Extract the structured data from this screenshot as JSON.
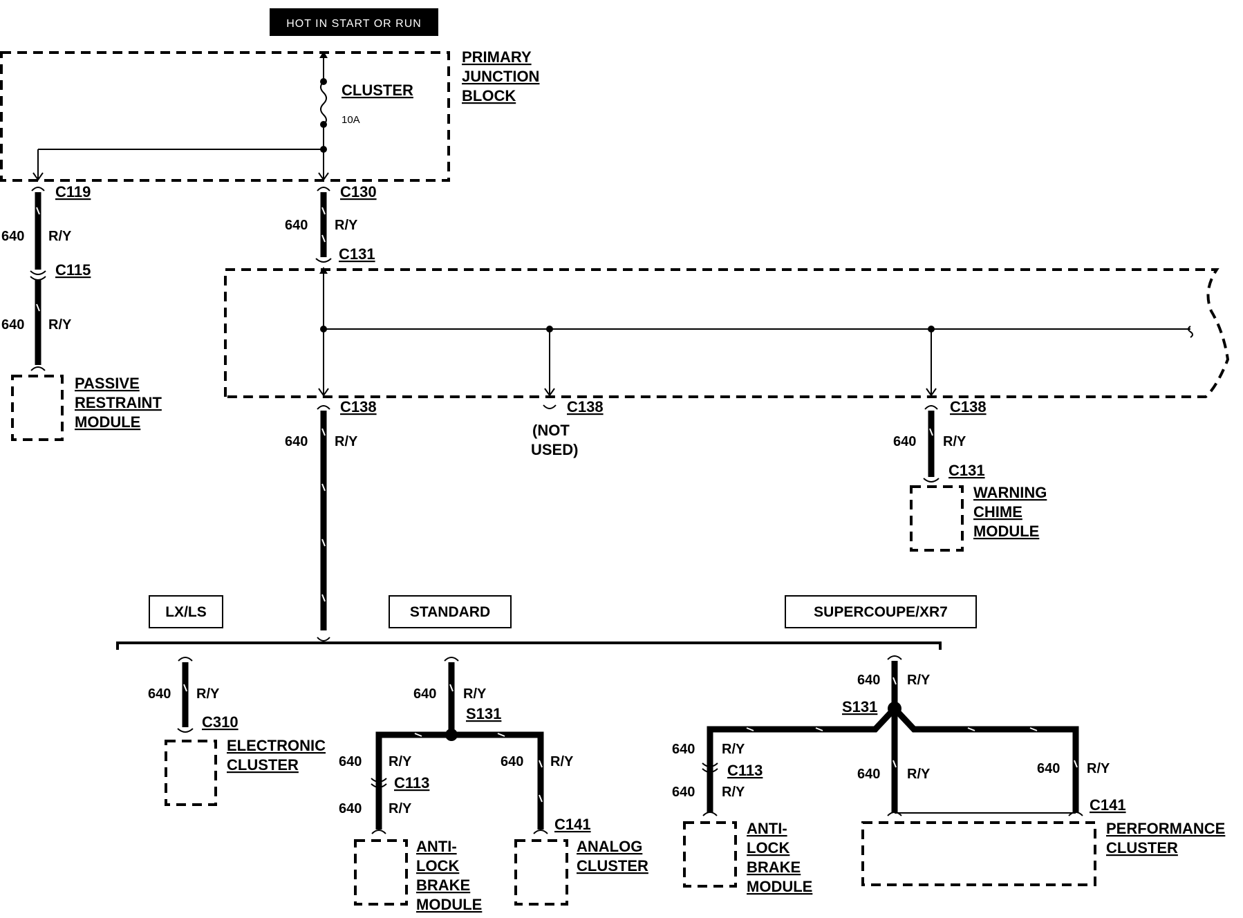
{
  "header": {
    "power_label": "HOT IN START OR RUN"
  },
  "primary_junction_block": {
    "title_lines": [
      "PRIMARY",
      "JUNCTION",
      "BLOCK"
    ],
    "fuse_name": "CLUSTER",
    "fuse_rating": "10A"
  },
  "connectors": {
    "c119": "C119",
    "c130": "C130",
    "c115": "C115",
    "c131_top": "C131",
    "c138_a": "C138",
    "c138_b": "C138",
    "c138_c": "C138",
    "c131_chime": "C131",
    "c310": "C310",
    "s131_std": "S131",
    "c113_std": "C113",
    "c141_std": "C141",
    "s131_sc": "S131",
    "c113_sc": "C113",
    "c141_sc": "C141"
  },
  "wire": {
    "circuit": "640",
    "color": "R/Y"
  },
  "not_used_lines": [
    "(NOT",
    "USED)"
  ],
  "modules": {
    "passive_restraint": [
      "PASSIVE",
      "RESTRAINT",
      "MODULE"
    ],
    "warning_chime": [
      "WARNING",
      "CHIME",
      "MODULE"
    ],
    "electronic_cluster": [
      "ELECTRONIC",
      "CLUSTER"
    ],
    "abs_std": [
      "ANTI-",
      "LOCK",
      "BRAKE",
      "MODULE"
    ],
    "analog_cluster": [
      "ANALOG",
      "CLUSTER"
    ],
    "abs_sc": [
      "ANTI-",
      "LOCK",
      "BRAKE",
      "MODULE"
    ],
    "performance_cluster": [
      "PERFORMANCE",
      "CLUSTER"
    ]
  },
  "variants": {
    "lx_ls": "LX/LS",
    "standard": "STANDARD",
    "supercoupe": "SUPERCOUPE/XR7"
  }
}
